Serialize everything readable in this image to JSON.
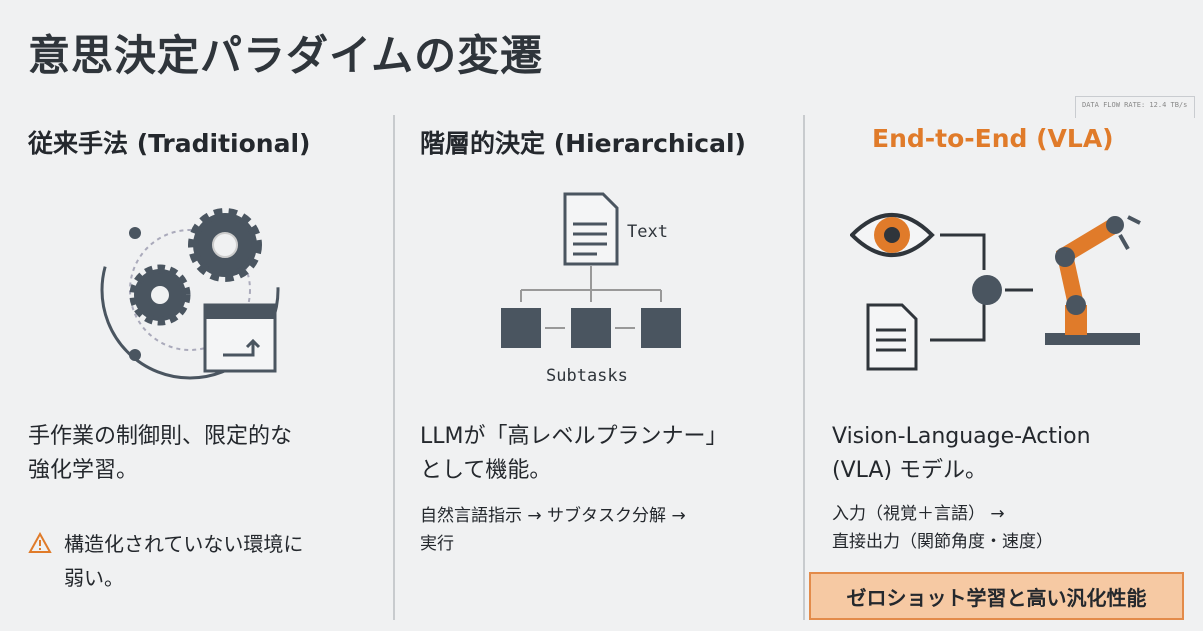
{
  "title": "意思決定パラダイムの変遷",
  "deco": {
    "data_flow": "DATA FLOW RATE: 12.4 TB/s"
  },
  "columns": [
    {
      "title": "従来手法 (Traditional)",
      "desc": [
        "手作業の制御則、限定的な",
        "強化学習。"
      ],
      "warning": [
        "構造化されていない環境に",
        "弱い。"
      ]
    },
    {
      "title": "階層的決定 (Hierarchical)",
      "desc": [
        "LLMが「高レベルプランナー」",
        "として機能。"
      ],
      "detail": [
        "自然言語指示 → サブタスク分解 →",
        "実行"
      ],
      "diagram": {
        "text_label": "Text",
        "subtasks_label": "Subtasks"
      }
    },
    {
      "title": "End-to-End (VLA)",
      "desc": [
        "Vision-Language-Action",
        "(VLA) モデル。"
      ],
      "detail": [
        "入力（視覚＋言語） →",
        "直接出力（関節角度・速度）"
      ],
      "highlight": "ゼロショット学習と高い汎化性能"
    }
  ],
  "colors": {
    "accent": "#e07b2a",
    "dark": "#4a5560"
  }
}
